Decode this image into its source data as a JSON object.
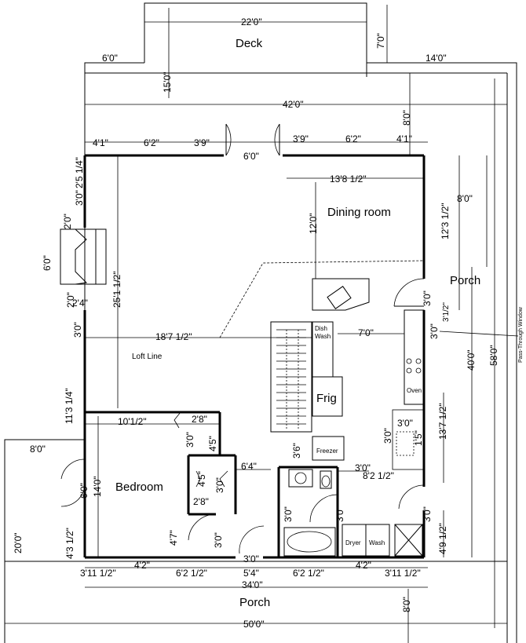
{
  "rooms": {
    "deck": "Deck",
    "dining": "Dining room",
    "porch_right": "Porch",
    "porch_bottom": "Porch",
    "bedroom": "Bedroom",
    "loft": "Loft Line",
    "frig": "Frig",
    "dish": "Dish",
    "wash_small": "Wash",
    "freezer": "Freezer",
    "oven": "Oven",
    "dryer": "Dryer",
    "washer": "Wash",
    "pass_window": "Pass-Through Window"
  },
  "dims": {
    "d22": "22'0\"",
    "d7": "7'0\"",
    "d6a": "6'0\"",
    "d14": "14'0\"",
    "d15": "15'0\"",
    "d42": "42'0\"",
    "d8a": "8'0\"",
    "d41a": "4'1\"",
    "d62a": "6'2\"",
    "d39a": "3'9\"",
    "d6door": "6'0\"",
    "d39b": "3'9\"",
    "d62b": "6'2\"",
    "d41b": "4'1\"",
    "d2514": "2'5 1/4\"",
    "d3a": "3'0\"",
    "d138": "13'8 1/2\"",
    "d8b": "8'0\"",
    "d12": "12'0\"",
    "d2a": "2'0\"",
    "d6b": "6'0\"",
    "d1231": "12'3 1/2\"",
    "d2512": "25'1 1/2\"",
    "d24": "2'4\"",
    "d20b": "2'0\"",
    "d3b": "3'0\"",
    "d3c": "3'0\"",
    "d312": "3'1/2\"",
    "d3d": "3'0\"",
    "d187": "18'7 1/2\"",
    "d7b": "7'0\"",
    "d40": "40'0\"",
    "d58": "58'0\"",
    "d1131": "11'3 1/4\"",
    "d1012": "10'1/2\"",
    "d28": "2'8\"",
    "d3e": "3'0\"",
    "d45a": "4'5\"",
    "d3f": "3'0\"",
    "d1371": "13'7 1/2\"",
    "d8c": "8'0\"",
    "d3g": "3'0\"",
    "d15b": "1'5\"",
    "d3h": "3'0\"",
    "d36": "3'6\"",
    "d64": "6'4\"",
    "d3i": "3'0\"",
    "d821": "8'2 1/2\"",
    "d6c": "6'0\"",
    "d14b": "14'0\"",
    "d45b": "4'5\"",
    "d2_8": "2'8\"",
    "d3j": "3'0\"",
    "d3k": "3'0\"",
    "d3l": "3'0\"",
    "d20": "20'0\"",
    "d431": "4'3 1/2\"",
    "d47": "4'7\"",
    "d3m": "3'0\"",
    "d3n": "3'0\"",
    "d491": "4'9 1/2\"",
    "d311a": "3'11 1/2\"",
    "d42a": "4'2\"",
    "d621a": "6'2 1/2\"",
    "d54": "5'4\"",
    "d621b": "6'2 1/2\"",
    "d42b": "4'2\"",
    "d311b": "3'11 1/2\"",
    "d34": "34'0\"",
    "d8d": "8'0\"",
    "d50": "50'0\""
  }
}
